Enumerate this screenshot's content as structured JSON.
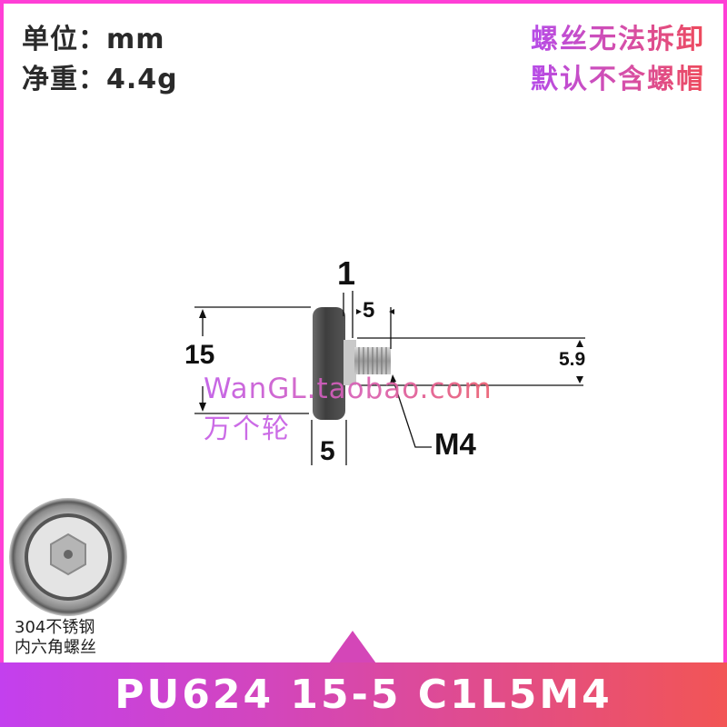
{
  "specs": {
    "unit": "单位：mm",
    "weight": "净重：4.4g"
  },
  "notes": {
    "line1": "螺丝无法拆卸",
    "line2": "默认不含螺帽"
  },
  "drawing": {
    "dimensions": {
      "outer_diameter": "15",
      "wheel_width": "5",
      "shoulder": "1",
      "thread_length": "5",
      "shaft_diameter": "5.9",
      "thread": "M4"
    },
    "colors": {
      "wheel": "#4a4a4a",
      "shaft": "#b8b8b8",
      "lines": "#111111"
    }
  },
  "watermark": {
    "url": "WanGL.taobao.com",
    "name": "万个轮"
  },
  "inset": {
    "caption_line1": "304不锈钢",
    "caption_line2": "内六角螺丝",
    "icon": "hex-socket-screw-head-icon"
  },
  "banner": {
    "model": "PU624 15-5 C1L5M4",
    "gradient_start": "#c340ee",
    "gradient_end": "#f25555"
  },
  "frame": {
    "border_color": "#ff3fd6"
  }
}
